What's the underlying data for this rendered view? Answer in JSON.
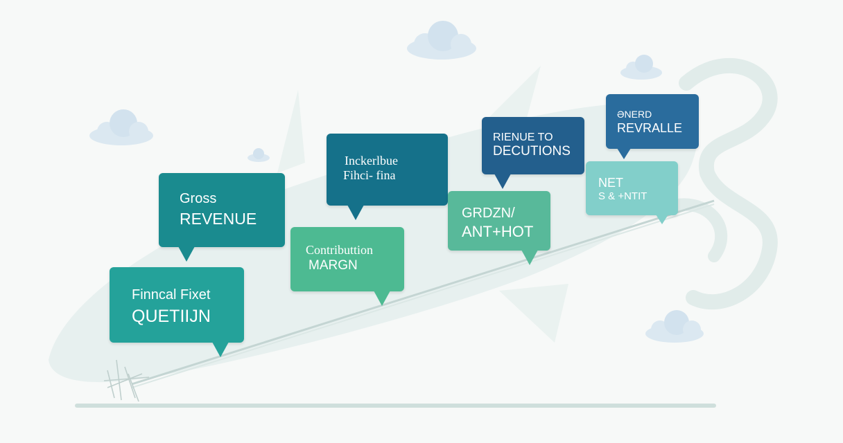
{
  "colors": {
    "background": "#f7f9f8",
    "ribbon": "#e4efed",
    "line": "#c4d5d3",
    "teal_dark": "#15718a",
    "teal_mid": "#1a8b8f",
    "teal": "#24a29a",
    "green": "#4dba92",
    "green_light": "#58b99a",
    "blue": "#235f8d",
    "blue_mid": "#2a6c9d",
    "aqua": "#82cfca",
    "cloud": "#dbe8f1"
  },
  "bubbles": {
    "financial": {
      "line1": "Finncal Fixet",
      "line2": "QUETIIJN"
    },
    "gross": {
      "line1": "Gross",
      "line2": "REVENUE"
    },
    "contribution": {
      "line1": "Contributtion",
      "line2": "MARGN"
    },
    "incremental": {
      "line1": "Inckerlbue",
      "line2": "Fihci- fina"
    },
    "gross_margin": {
      "line1": "GRDZN/",
      "line2": "ANT+HOT"
    },
    "deductions": {
      "line1": "RIENUE TO",
      "line2": "DECUTIONS"
    },
    "net": {
      "line1": "NET",
      "line2": "S & +NTIT"
    },
    "expected": {
      "line1": "ƏNERD",
      "line2": "REVRALLE"
    }
  }
}
